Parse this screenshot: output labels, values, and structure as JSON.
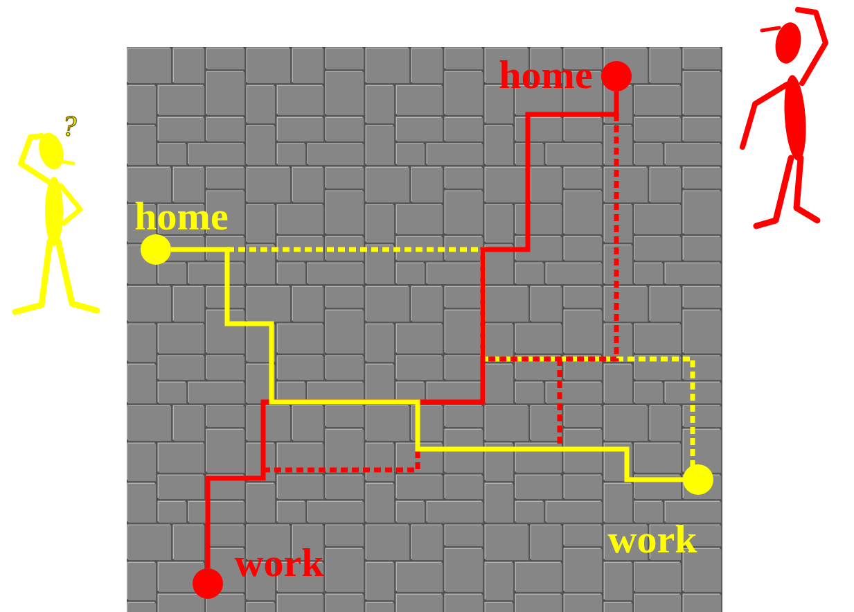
{
  "diagram": {
    "nodes": [
      {
        "text": [
          "home"
        ]
      },
      {
        "text": [
          "home"
        ]
      },
      {
        "text": [
          "work"
        ]
      },
      {
        "text": [
          "work"
        ]
      }
    ],
    "edges": [
      {
        "from": 0,
        "to": 3,
        "arrow": "none"
      },
      {
        "from": 1,
        "to": 2,
        "arrow": "none"
      }
    ],
    "labels": [
      "?"
    ]
  }
}
